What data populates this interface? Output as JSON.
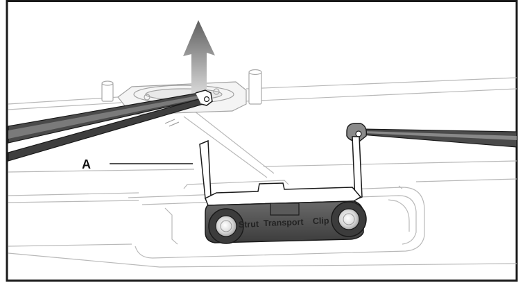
{
  "callout": {
    "letter": "A"
  },
  "clip_labels": {
    "left": "Strut",
    "center": "Transport",
    "right": "Clip"
  },
  "colors": {
    "frame": "#1a1a1a",
    "outline_light": "#b9b9b9",
    "outline_mid": "#8a8a8a",
    "part_dark": "#3a3a3a",
    "arrow_top": "#5f5f5f",
    "arrow_bottom": "#e6e6e6"
  },
  "icons": {
    "direction": "up-arrow-icon"
  }
}
